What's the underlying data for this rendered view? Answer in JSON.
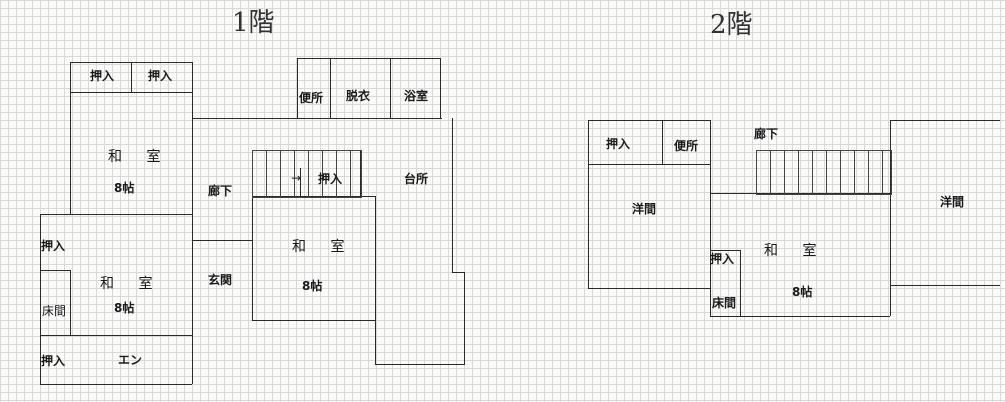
{
  "headings": {
    "floor1": "1階",
    "floor2": "2階"
  },
  "floor1": {
    "oshiire_top_left": "押入",
    "oshiire_top_right": "押入",
    "benjo": "便所",
    "datsui": "脱衣",
    "yokushitsu": "浴室",
    "washitsu_a": "和 室",
    "washitsu_a_size": "8帖",
    "rouka": "廊下",
    "oshiire_mid": "押入",
    "daidokoro": "台所",
    "oshiire_left": "押入",
    "washitsu_b": "和 室",
    "washitsu_b_size": "8帖",
    "washitsu_c": "和 室",
    "washitsu_c_size": "8帖",
    "genkan": "玄関",
    "tokonoma": "床間",
    "oshiire_bottom": "押入",
    "en": "エン"
  },
  "floor2": {
    "oshiire": "押入",
    "benjo": "便所",
    "rouka": "廊下",
    "youma_left": "洋間",
    "youma_right": "洋間",
    "washitsu": "和 室",
    "washitsu_size": "8帖",
    "oshiire_b": "押入",
    "tokonoma": "床間"
  }
}
